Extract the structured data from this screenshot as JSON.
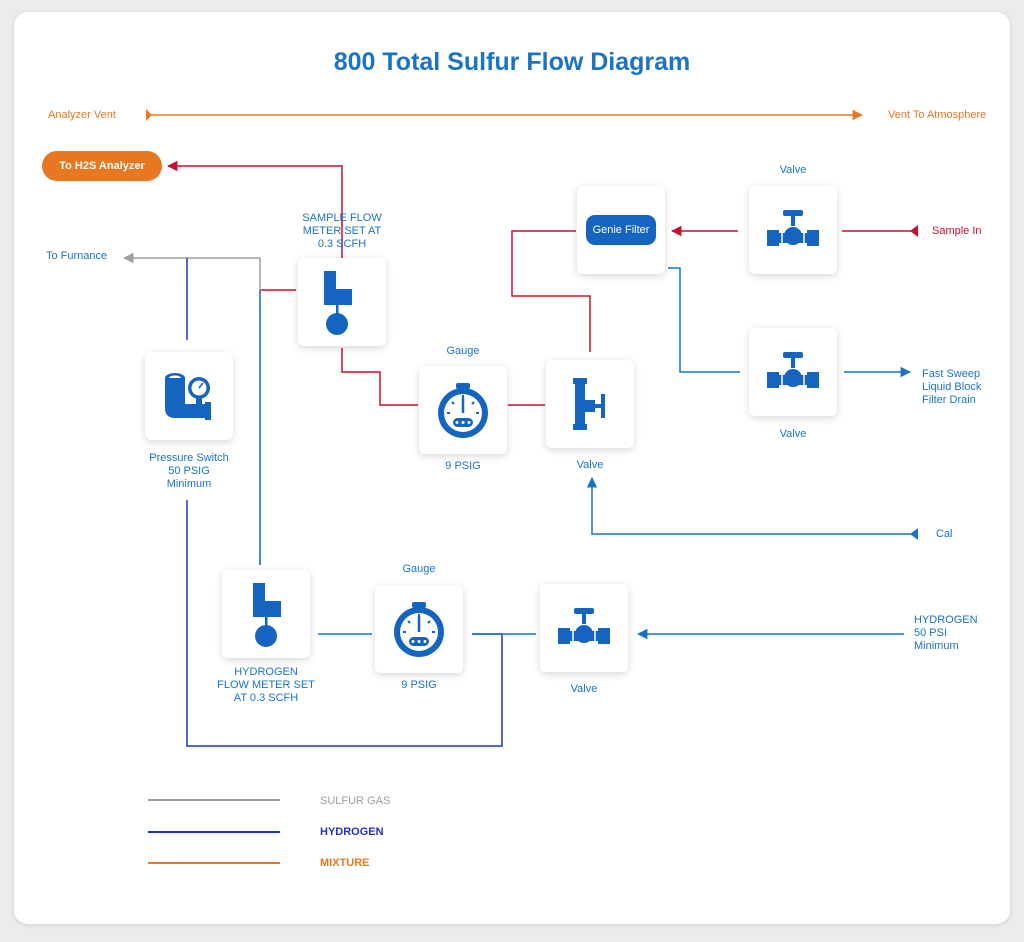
{
  "title": "800 Total Sulfur Flow Diagram",
  "labels": {
    "analyzer_vent": "Analyzer Vent",
    "vent_to_atmosphere": "Vent To Atmosphere",
    "to_h2s_analyzer": "To H2S Analyzer",
    "to_furnance": "To Furnance",
    "sample_flow_meter": "SAMPLE FLOW\nMETER SET AT\n0.3  SCFH",
    "gauge_top": "Gauge",
    "gauge_top_value": "9 PSIG",
    "valve_mid": "Valve",
    "genie_filter": "Genie Filter",
    "valve_top": "Valve",
    "sample_in": "Sample In",
    "valve_right": "Valve",
    "fast_sweep": "Fast Sweep\nLiquid Block\nFilter Drain",
    "pressure_switch": "Pressure Switch\n50 PSIG\nMinimum",
    "cal": "Cal",
    "gauge_bottom": "Gauge",
    "gauge_bottom_value": "9 PSIG",
    "hydrogen_flow_meter": "HYDROGEN\nFLOW METER SET\nAT  0.3  SCFH",
    "valve_bottom": "Valve",
    "hydrogen_supply": "HYDROGEN\n50 PSI\nMinimum"
  },
  "legend": [
    {
      "label": "SULFUR GAS",
      "color": "#9e9e9e"
    },
    {
      "label": "HYDROGEN",
      "color": "#2233c4"
    },
    {
      "label": "MIXTURE",
      "color": "#e87722"
    }
  ],
  "colors": {
    "accent_blue": "#1a73c7",
    "sample_red": "#c8102e",
    "mixture_orange": "#e87722",
    "hydrogen_navy": "#2233c4",
    "sulfur_gray": "#9e9e9e",
    "icon_blue": "#1565c0"
  },
  "icons": {
    "flow_meter": "flow-meter-icon",
    "gauge": "pressure-gauge-icon",
    "valve": "gate-valve-icon",
    "three_way_valve": "three-way-valve-icon",
    "pressure_switch": "pressure-switch-icon",
    "filter": "filter-icon"
  }
}
